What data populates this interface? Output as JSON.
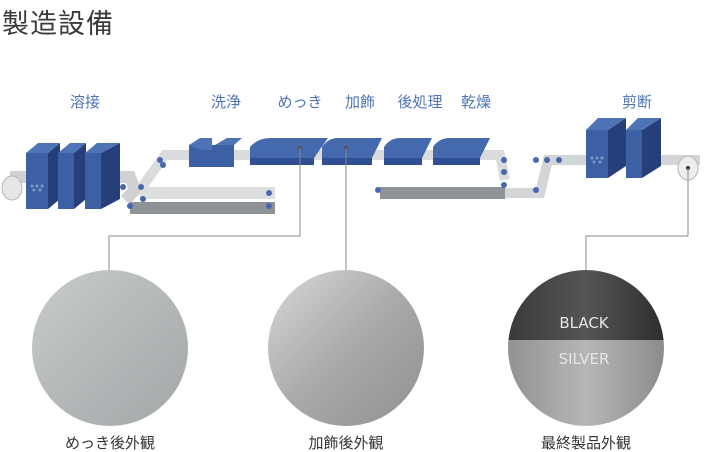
{
  "page_title": "製造設備",
  "processes": [
    "溶接",
    "洗浄",
    "めっき",
    "加飾",
    "後処理",
    "乾燥",
    "剪断"
  ],
  "samples": [
    {
      "caption": "めっき後外観"
    },
    {
      "caption": "加飾後外観"
    },
    {
      "caption": "最終製品外観",
      "finishes": [
        "BLACK",
        "SILVER"
      ]
    }
  ],
  "colors": {
    "machine": "#3d5fa3",
    "label": "#4f74b5",
    "strip": "#d9dbdd"
  }
}
